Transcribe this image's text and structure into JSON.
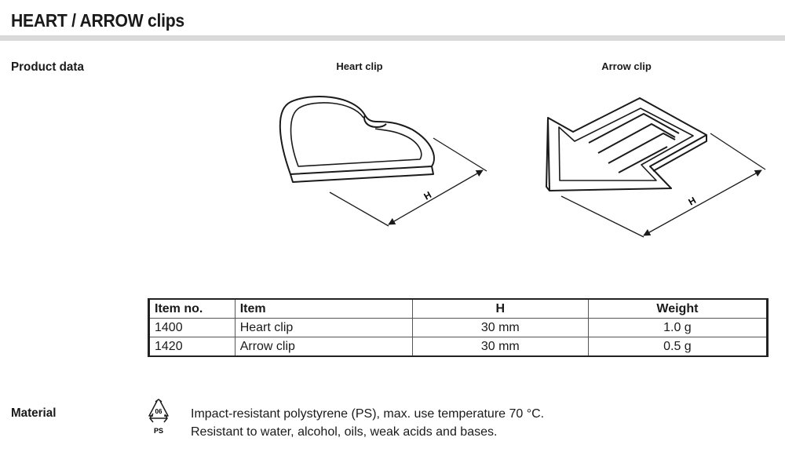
{
  "header": {
    "title": "HEART / ARROW clips"
  },
  "product_data": {
    "label": "Product data",
    "figures": [
      {
        "caption": "Heart clip",
        "dimension_label": "H"
      },
      {
        "caption": "Arrow clip",
        "dimension_label": "H"
      }
    ]
  },
  "table": {
    "headers": [
      "Item no.",
      "Item",
      "H",
      "Weight"
    ],
    "rows": [
      [
        "1400",
        "Heart clip",
        "30 mm",
        "1.0 g"
      ],
      [
        "1420",
        "Arrow clip",
        "30 mm",
        "0.5 g"
      ]
    ]
  },
  "material": {
    "label": "Material",
    "recycle_code": "06",
    "recycle_abbr": "PS",
    "lines": [
      "Impact-resistant polystyrene (PS), max. use temperature 70 °C.",
      "Resistant to water, alcohol, oils, weak acids and bases."
    ]
  }
}
